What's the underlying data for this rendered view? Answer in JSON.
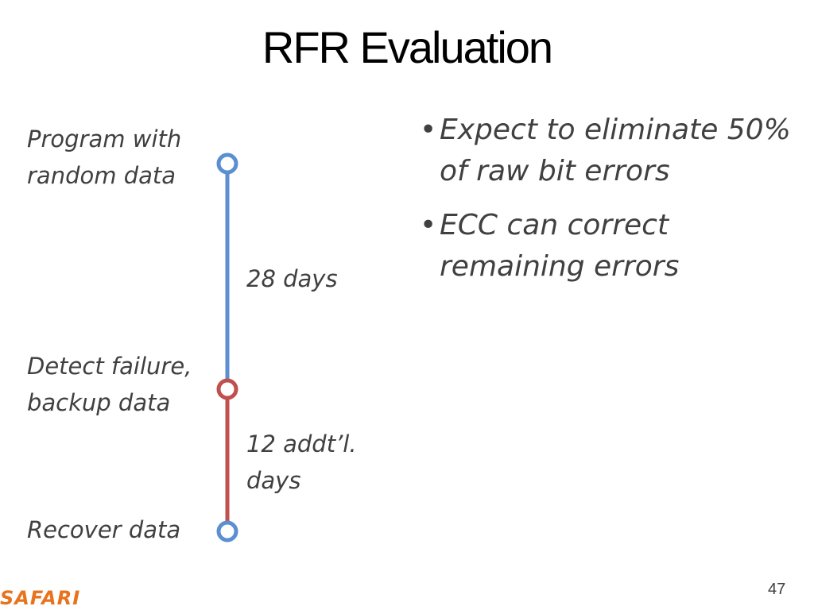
{
  "slide": {
    "title": "RFR Evaluation",
    "page_number": "47",
    "logo_text": "SAFARI"
  },
  "timeline": {
    "events": [
      {
        "line1": "Program with",
        "line2": "random data",
        "node_color": "#5b8fd1"
      },
      {
        "line1": "Detect failure,",
        "line2": "backup data",
        "node_color": "#bf504d"
      },
      {
        "line1": "Recover data",
        "node_color": "#5b8fd1"
      }
    ],
    "intervals": [
      {
        "line1": "28 days",
        "color": "#5b8fd1"
      },
      {
        "line1": "12 addt’l.",
        "line2": "days",
        "color": "#bf504d"
      }
    ]
  },
  "bullets": [
    {
      "marker": "•",
      "text": "Expect to eliminate 50% of raw bit errors"
    },
    {
      "marker": "•",
      "text": "ECC can correct remaining errors"
    }
  ],
  "colors": {
    "blue": "#5b8fd1",
    "red": "#bf504d",
    "logo": "#e8731e"
  }
}
